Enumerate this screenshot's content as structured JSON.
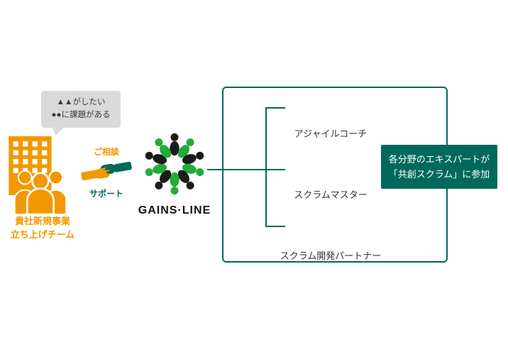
{
  "colors": {
    "orange": "#F39800",
    "teal": "#00695C",
    "green": "#22AC38",
    "black": "#1B1B1B",
    "bubble": "#D9D9D9"
  },
  "client": {
    "bubble_line1": "▲▲がしたい",
    "bubble_line2": "●●に課題がある",
    "team_label_line1": "貴社新規事業",
    "team_label_line2": "立ち上げチーム"
  },
  "exchange": {
    "consult_label": "ご相談",
    "support_label": "サポート"
  },
  "logo": {
    "wordmark": "GAINS·LINE"
  },
  "scrum_box": {
    "roles": [
      {
        "label": "アジャイルコーチ",
        "icon": "person-icon"
      },
      {
        "label": "スクラムマスター",
        "icon": "people-group-icon"
      },
      {
        "label": "スクラム開発パートナー",
        "icon": "people-devices-icon"
      }
    ],
    "callout_line1": "各分野のエキスパートが",
    "callout_line2": "「共創スクラム」に参加"
  },
  "icons": {
    "client_side": "building-with-team-icon",
    "exchange": "handshake-icon",
    "center": "people-circle-logo-icon"
  }
}
